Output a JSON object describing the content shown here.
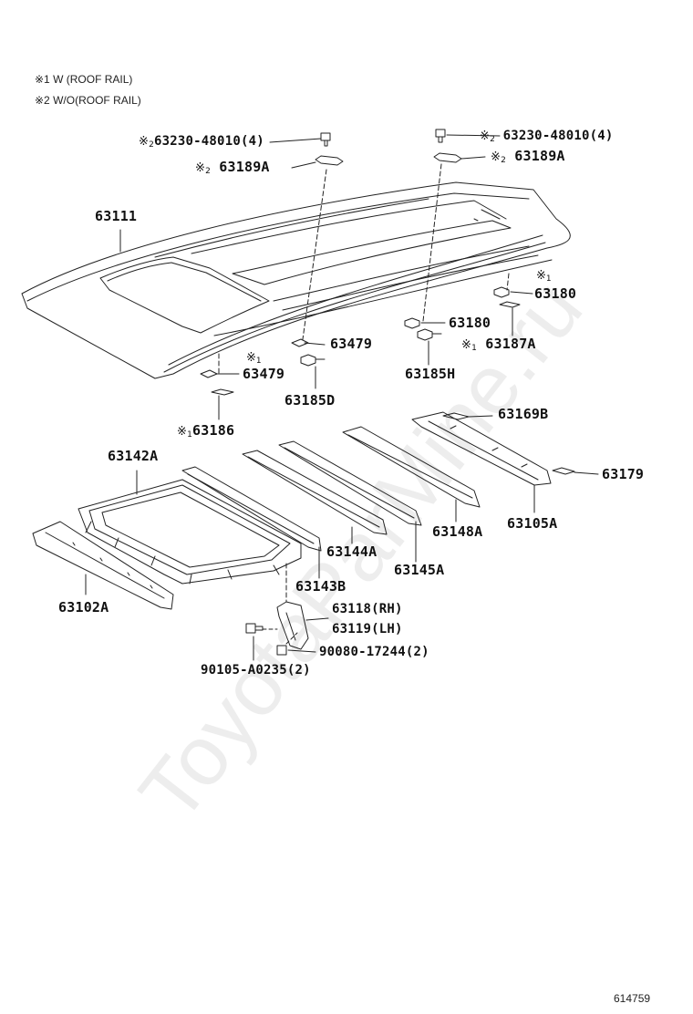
{
  "legend": {
    "note1": {
      "mark": "※1",
      "text": "W (ROOF RAIL)"
    },
    "note2": {
      "mark": "※2",
      "text": "W/O(ROOF RAIL)"
    }
  },
  "marks": {
    "m1": "※",
    "n1": "1",
    "m2": "※",
    "n2": "2"
  },
  "parts": {
    "p63230_left": "63230-48010(4)",
    "p63189A_left": "63189A",
    "p63230_right": "63230-48010(4)",
    "p63189A_right": "63189A",
    "p63111": "63111",
    "p63180_upper": "63180",
    "p63180_lower": "63180",
    "p63187A": "63187A",
    "p63479_upper": "63479",
    "p63479_lower": "63479",
    "p63185D": "63185D",
    "p63185H": "63185H",
    "p63186": "63186",
    "p63169B": "63169B",
    "p63142A": "63142A",
    "p63179": "63179",
    "p63148A": "63148A",
    "p63105A": "63105A",
    "p63144A": "63144A",
    "p63145A": "63145A",
    "p63143B": "63143B",
    "p63102A": "63102A",
    "p63118": "63118(RH)",
    "p63119": "63119(LH)",
    "p90080": "90080-17244(2)",
    "p90105": "90105-A0235(2)"
  },
  "watermark": "ToyotaParMine.ru",
  "figure_number": "614759"
}
